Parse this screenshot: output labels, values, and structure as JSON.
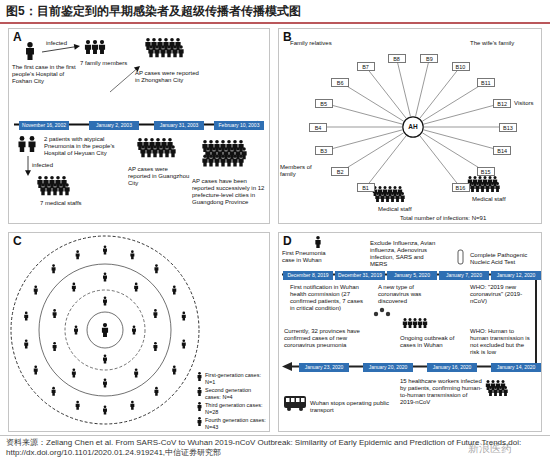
{
  "diagram": {
    "title": "图5：目前鉴定到的早期感染者及超级传播者传播模式图",
    "caption": "资料来源：Zeliang Chen et al. From SARS-CoV to Wuhan 2019-nCoV Outbreak: Similarity of Early Epidemic and Prediction of Future Trends,doi: http://dx.doi.org/10.1101/2020.01.24.919241,中信证券研究部",
    "nodes": [
      {
        "text": [
          "A"
        ]
      },
      {
        "text": [
          "November 16, 2002"
        ],
        "in": 0
      },
      {
        "text": [
          "January 2, 2003"
        ],
        "in": 0
      },
      {
        "text": [
          "January 31, 2003"
        ],
        "in": 0
      },
      {
        "text": [
          "February 10, 2003"
        ],
        "in": 0
      },
      {
        "text": [
          "B"
        ]
      },
      {
        "text": [
          "AH"
        ],
        "in": 5
      },
      {
        "text": [
          "B1"
        ],
        "in": 5
      },
      {
        "text": [
          "B2"
        ],
        "in": 5
      },
      {
        "text": [
          "B3"
        ],
        "in": 5
      },
      {
        "text": [
          "B4"
        ],
        "in": 5
      },
      {
        "text": [
          "B5"
        ],
        "in": 5
      },
      {
        "text": [
          "B6"
        ],
        "in": 5
      },
      {
        "text": [
          "B7"
        ],
        "in": 5
      },
      {
        "text": [
          "B8"
        ],
        "in": 5
      },
      {
        "text": [
          "B9"
        ],
        "in": 5
      },
      {
        "text": [
          "B10"
        ],
        "in": 5
      },
      {
        "text": [
          "B11"
        ],
        "in": 5
      },
      {
        "text": [
          "B12"
        ],
        "in": 5
      },
      {
        "text": [
          "B13"
        ],
        "in": 5
      },
      {
        "text": [
          "B14"
        ],
        "in": 5
      },
      {
        "text": [
          "B15"
        ],
        "in": 5
      },
      {
        "text": [
          "B16"
        ],
        "in": 5
      },
      {
        "text": [
          "C"
        ]
      },
      {
        "text": [
          "D"
        ]
      },
      {
        "text": [
          "December 8, 2019"
        ],
        "in": 24
      },
      {
        "text": [
          "December 31, 2019"
        ],
        "in": 24
      },
      {
        "text": [
          "January 5, 2020"
        ],
        "in": 24
      },
      {
        "text": [
          "January 7, 2020"
        ],
        "in": 24
      },
      {
        "text": [
          "January 12, 2020"
        ],
        "in": 24
      },
      {
        "text": [
          "January 14, 2020"
        ],
        "in": 24
      },
      {
        "text": [
          "January 16, 2020"
        ],
        "in": 24
      },
      {
        "text": [
          "January 20, 2020"
        ],
        "in": 24
      },
      {
        "text": [
          "January 23, 2020"
        ],
        "in": 24
      }
    ],
    "edges": [
      {
        "from": 6,
        "to": 7,
        "arrow": "none"
      },
      {
        "from": 6,
        "to": 8,
        "arrow": "none"
      },
      {
        "from": 6,
        "to": 9,
        "arrow": "none"
      },
      {
        "from": 6,
        "to": 10,
        "arrow": "none"
      },
      {
        "from": 6,
        "to": 11,
        "arrow": "none"
      },
      {
        "from": 6,
        "to": 12,
        "arrow": "none"
      },
      {
        "from": 6,
        "to": 13,
        "arrow": "none"
      },
      {
        "from": 6,
        "to": 14,
        "arrow": "none"
      },
      {
        "from": 6,
        "to": 15,
        "arrow": "none"
      },
      {
        "from": 6,
        "to": 16,
        "arrow": "none"
      },
      {
        "from": 6,
        "to": 17,
        "arrow": "none"
      },
      {
        "from": 6,
        "to": 18,
        "arrow": "none"
      },
      {
        "from": 6,
        "to": 19,
        "arrow": "none"
      },
      {
        "from": 6,
        "to": 20,
        "arrow": "none"
      },
      {
        "from": 6,
        "to": 21,
        "arrow": "none"
      },
      {
        "from": 6,
        "to": 22,
        "arrow": "none"
      }
    ],
    "labels": [
      "The first case in the first people's Hospital of Foshan City",
      "infected",
      "7 family members",
      "AP cases were reported in Zhongshan City",
      "2 patients with atypical Pneumonia in the people's Hospital of Heyuan City",
      "infected",
      "7 medical staffs",
      "AP cases were reported in Guangzhou City",
      "AP cases have been reported successively in 12 prefecture-level cities in Guangdong Province",
      "Family relatives",
      "The wife's family",
      "Visitors",
      "Members of family",
      "Medical staff",
      "Medical staff",
      "Total number of infections: N=91",
      "First Pneumonia case in Wuhan",
      "Exclude Influenza, Avian influenza, Adenovirus infection, SARS and MERS",
      "Complete Pathogenic Nucleic Acid Test",
      "First notification in Wuhan health commission (27 confirmed patients, 7 cases in critical condition)",
      "A new type of coronavirus was discovered",
      "WHO: \"2019 new coronavirus\" (2019-nCoV)",
      "WHO: Human to human transmission is not excluded but the risk is low",
      "Ongoing outbreak of cases in Wuhan",
      "15 healthcare workers infected by patients, confirming human-to-human transmission of 2019-nCoV",
      "Currently, 32 provinces have confirmed cases of new coronavirus pneumonia",
      "Wuhan stops operating public transport",
      "新浪医药"
    ],
    "legend": [
      {
        "text": "First-generation cases: N=1"
      },
      {
        "text": "Second generation cases: N=4"
      },
      {
        "text": "Third generation cases: N=28"
      },
      {
        "text": "Fourth generation cases: N=43"
      }
    ]
  }
}
